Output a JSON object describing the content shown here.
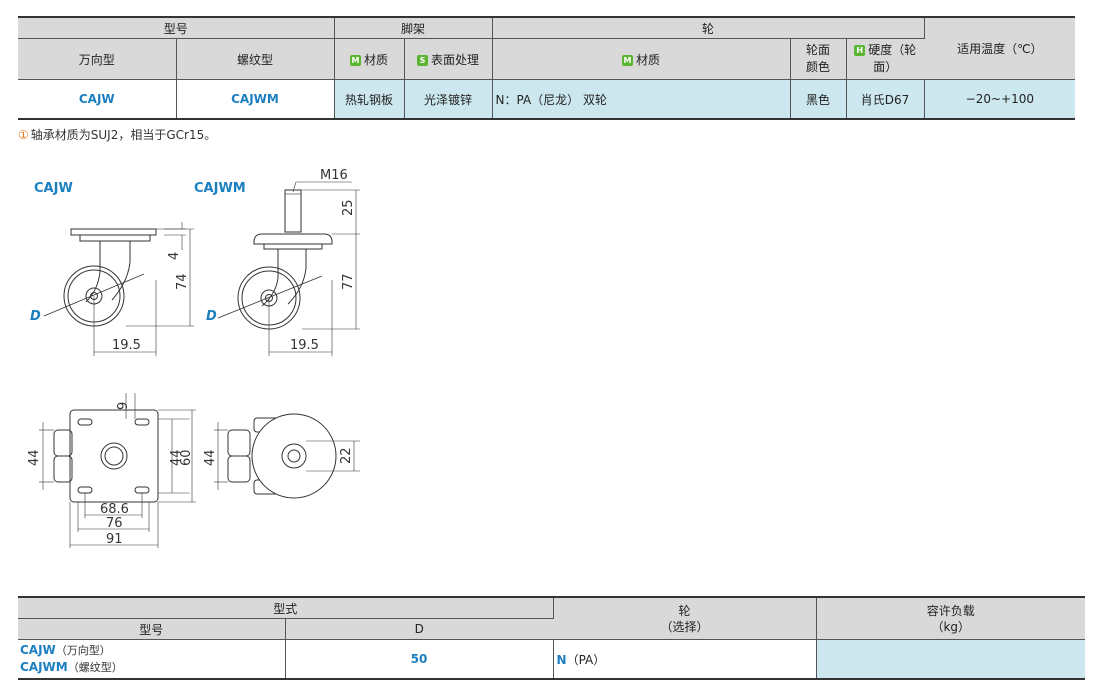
{
  "spec_table": {
    "group_headers": {
      "model": "型号",
      "bracket": "脚架",
      "wheel": "轮",
      "temp": "适用温度（℃）"
    },
    "sub_headers": {
      "swivel": "万向型",
      "threaded": "螺纹型",
      "bracket_material": "材质",
      "surface_treatment": "表面处理",
      "wheel_material": "材质",
      "tread_color": "轮面颜色",
      "hardness": "硬度（轮面）"
    },
    "badges": {
      "material": "M",
      "surface": "S",
      "hardness": "H"
    },
    "row": {
      "swivel": "CAJW",
      "threaded": "CAJWM",
      "bracket_material": "热轧钢板",
      "surface_treatment": "光泽镀锌",
      "wheel_material": "N：PA（尼龙） 双轮",
      "tread_color": "黑色",
      "hardness": "肖氏D67",
      "temp": "−20~+100"
    }
  },
  "note": {
    "mark": "①",
    "text": "轴承材质为SUJ2，相当于GCr15。"
  },
  "drawing": {
    "label_cajw": "CAJW",
    "label_cajwm": "CAJWM",
    "dims": {
      "m16": "M16",
      "d25": "25",
      "d4": "4",
      "d74": "74",
      "d77": "77",
      "d19_5_a": "19.5",
      "d19_5_b": "19.5",
      "d_letter_a": "D",
      "d_letter_b": "D",
      "d9": "9",
      "d44_a": "44",
      "d44_b": "44",
      "d44_c": "44",
      "d60": "60",
      "d22": "22",
      "d68_6": "68.6",
      "d76": "76",
      "d91": "91"
    }
  },
  "load_table": {
    "headers": {
      "form": "型式",
      "model": "型号",
      "d": "D",
      "wheel": "轮",
      "wheel_sub": "（选择）",
      "load": "容许负载",
      "load_unit": "（kg）"
    },
    "row": {
      "code1": "CAJW",
      "code1_desc": "（万向型）",
      "code2": "CAJWM",
      "code2_desc": "（螺纹型）",
      "d": "50",
      "wheel_code": "N",
      "wheel_desc": "（PA）",
      "load": ""
    }
  },
  "colors": {
    "accent_blue": "#1c7fc0",
    "header_gray": "#d9d9d9",
    "highlight_cyan": "#cce8ee",
    "badge_green": "#5cb531",
    "note_orange": "#e8771e"
  }
}
